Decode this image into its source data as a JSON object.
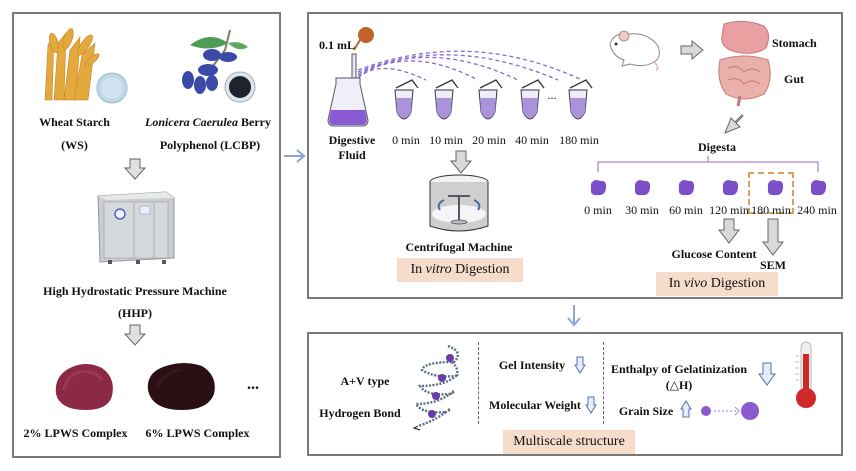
{
  "left_panel": {
    "wheat_label": "Wheat Starch",
    "wheat_abbr": "(WS)",
    "berry_label_italic": "Lonicera Caerulea",
    "berry_label_rest": " Berry",
    "berry_line2": "Polyphenol (LCBP)",
    "hhp_label": "High Hydrostatic Pressure Machine",
    "hhp_abbr": "(HHP)",
    "complex_2": "2% LPWS Complex",
    "complex_6": "6% LPWS Complex",
    "ellipsis": "..."
  },
  "vitro_panel": {
    "volume": "0.1 mL",
    "fluid_line1": "Digestive",
    "fluid_line2": "Fluid",
    "times": [
      "0 min",
      "10 min",
      "20 min",
      "40 min",
      "180 min"
    ],
    "tube_ellipsis": "...",
    "centrifuge_label": "Centrifugal Machine",
    "tag_pre": "In ",
    "tag_italic": "vitro",
    "tag_post": " Digestion"
  },
  "vivo_panel": {
    "stomach": "Stomach",
    "gut": "Gut",
    "digesta": "Digesta",
    "times": [
      "0 min",
      "30 min",
      "60 min",
      "120 min",
      "180 min",
      "240 min"
    ],
    "glucose": "Glucose Content",
    "sem": "SEM",
    "tag_pre": "In ",
    "tag_italic": "vivo",
    "tag_post": " Digestion"
  },
  "structure_panel": {
    "crystal": "A+V type",
    "hbond": "Hydrogen Bond",
    "gel": "Gel Intensity",
    "mw": "Molecular Weight",
    "enthalpy_line1": "Enthalpy of Gelatinization",
    "enthalpy_line2": "(△H)",
    "grain": "Grain Size",
    "tag": "Multiscale structure"
  },
  "colors": {
    "panel_border": "#7a7a7a",
    "flow_arrow": "#8ea2d4",
    "process_arrow_fill": "#d9d9d9",
    "purple": "#7b4fc8",
    "tag_bg": "#f6dccb",
    "dashed_box": "#d9a35e"
  }
}
